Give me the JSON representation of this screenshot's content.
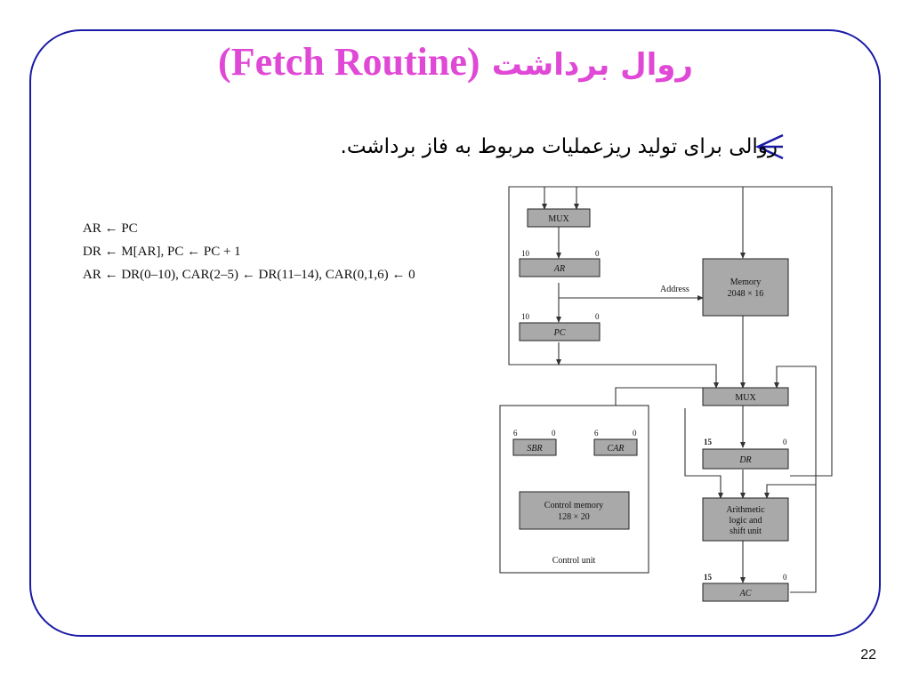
{
  "slide": {
    "title_persian": "روال برداشت",
    "title_english": "(Fetch Routine)",
    "bullet_text": "روالی برای تولید ریزعملیات مربوط به فاز برداشت.",
    "page_number": "22",
    "equations": [
      "AR ← PC",
      "DR ← M[AR],   PC ← PC + 1",
      "AR ← DR(0–10),   CAR(2–5) ← DR(11–14),   CAR(0,1,6) ← 0"
    ]
  },
  "diagram": {
    "mux_top": "MUX",
    "ar": "AR",
    "ar_high_bit": "10",
    "ar_low_bit": "0",
    "pc": "PC",
    "pc_high_bit": "10",
    "pc_low_bit": "0",
    "address_label": "Address",
    "memory_line1": "Memory",
    "memory_line2": "2048 × 16",
    "mux_mid": "MUX",
    "dr": "DR",
    "dr_high_bit": "15",
    "dr_low_bit": "0",
    "alu_line1": "Arithmetic",
    "alu_line2": "logic and",
    "alu_line3": "shift unit",
    "ac": "AC",
    "ac_high_bit": "15",
    "ac_low_bit": "0",
    "sbr": "SBR",
    "sbr_high_bit": "6",
    "sbr_low_bit": "0",
    "car": "CAR",
    "car_high_bit": "6",
    "car_low_bit": "0",
    "control_memory_line1": "Control memory",
    "control_memory_line2": "128 × 20",
    "control_unit": "Control unit"
  },
  "colors": {
    "title": "#e048d6",
    "frame": "#1a1aa6",
    "register_fill": "#a9a9a9"
  }
}
